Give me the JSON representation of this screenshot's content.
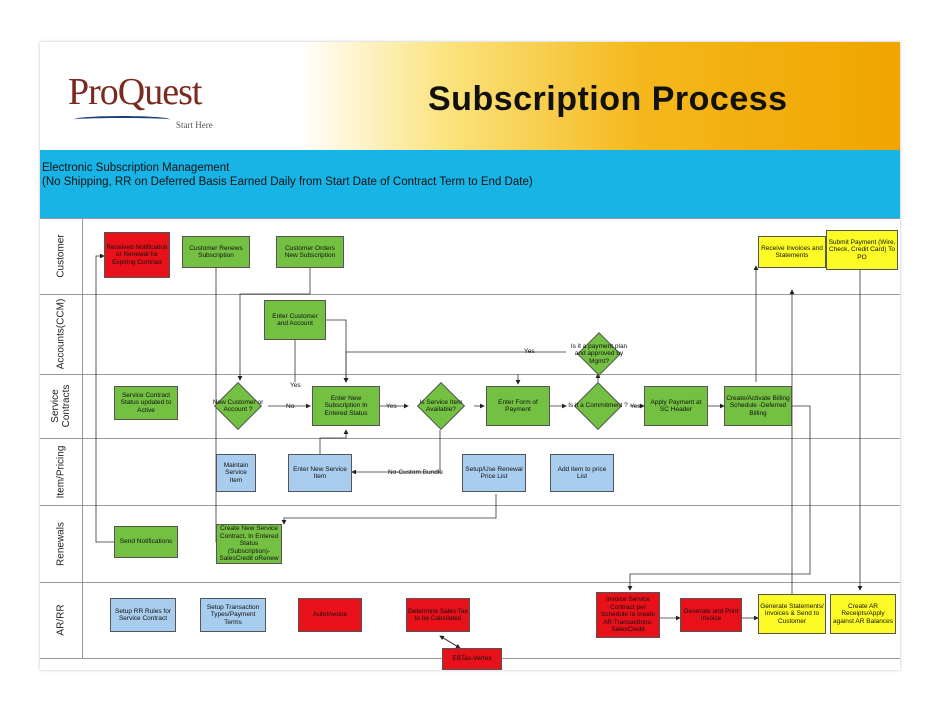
{
  "title": "Subscription Process",
  "logo": {
    "name": "ProQuest",
    "tagline": "Start Here"
  },
  "banner": {
    "line1": "Electronic Subscription Management",
    "line2": "(No Shipping, RR on Deferred Basis Earned Daily from Start Date of Contract Term to End Date)"
  },
  "lanes": [
    "Customer",
    "Accounts(CCM)",
    "Service Contracts",
    "Item/Pricing",
    "Renewals",
    "AR/RR"
  ],
  "nodes": {
    "received_notification": "Received Notification or Renewal for Expiring Contract",
    "customer_renews": "Customer Renews Subscription",
    "customer_orders": "Customer Orders New Subscription",
    "receive_invoices": "Receive Invoices and Statements",
    "submit_payment": "Submit Payment (Wire, Check, Credit Card) To PO",
    "enter_customer": "Enter Customer and Account",
    "payment_plan": "Is it a payment plan and approved by Mgmt?",
    "sc_status": "Service Contract Status updated to Active",
    "new_customer": "New Customer or Account ?",
    "enter_subscription": "Enter New Subscription In Entered Status",
    "is_service_item": "Is Service Item Available?",
    "enter_form_payment": "Enter Form of Payment",
    "is_commitment": "Is it a Commitment ?",
    "apply_payment": "Apply Payment at SC Header",
    "create_billing": "Create/Activate Billing Schedule -Deferred Billing",
    "maintain_service": "Maintain Service Item",
    "enter_service_item": "Enter New Service Item",
    "setup_price_list": "Setup/Use Renewal Price List",
    "add_item_price": "Add item to price List",
    "send_notifications": "Send Notifications",
    "create_service_contract": "Create New Service Contract, In Entered Status (Subscription)-SalesCredit oRenew",
    "setup_rr_rules": "Setup RR Rules for Service Contract",
    "setup_transaction": "Setup Transaction Types/Payment Terms",
    "autoinvoice": "AutoInvoice",
    "determine_sales_tax": "Determine Sales Tax to be Calculated",
    "invoice_service": "Invoice Service Contract per Schedule to create AR Transactions-SalesCredit",
    "generate_print": "Generate and Print Invoice",
    "generate_statements": "Generate Statements/ Invoices & Send to Customer",
    "create_ar": "Create AR Receipts/Apply against AR Balances",
    "vertex": "EBTax-Vertex"
  },
  "edge_labels": {
    "yes_payment": "Yes",
    "yes_new": "Yes",
    "no_new": "No",
    "yes_service": "Yes",
    "yes_commit": "Yes",
    "no_custom_bundle": "No-Custom Bundle"
  },
  "colors": {
    "header_gradient_end": "#f0a500",
    "banner": "#19b4e6",
    "green": "#74c043",
    "red": "#e8111a",
    "blue": "#a9cdee",
    "yellow": "#fcfb25"
  }
}
